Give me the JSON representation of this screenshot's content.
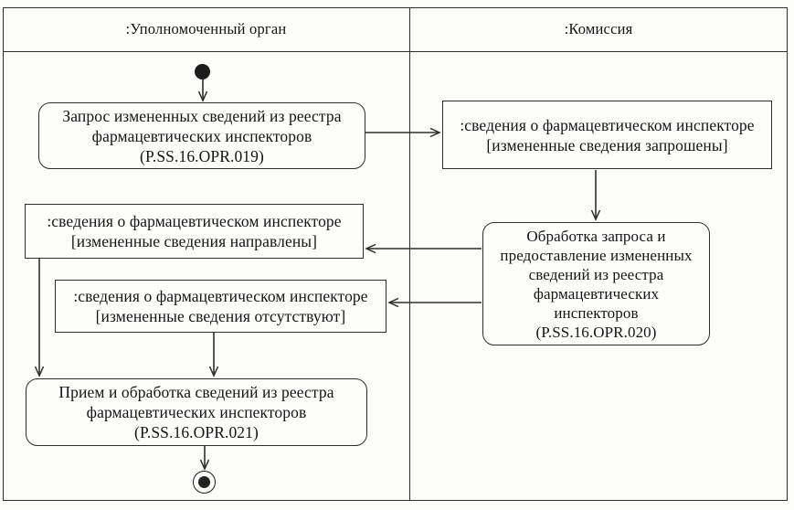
{
  "diagram": {
    "type": "uml-activity-swimlane",
    "lanes": [
      {
        "title": ":Уполномоченный орган"
      },
      {
        "title": ":Комиссия"
      }
    ],
    "nodes": {
      "start": {
        "kind": "initial-node"
      },
      "opr019": {
        "kind": "action",
        "lane": ":Уполномоченный орган",
        "lines": [
          "Запрос измененных сведений из реестра",
          "фармацевтических инспекторов",
          "(P.SS.16.OPR.019)"
        ]
      },
      "obj_requested": {
        "kind": "object",
        "lane": ":Комиссия",
        "lines": [
          ":сведения о фармацевтическом инспекторе",
          "[измененные сведения запрошены]"
        ]
      },
      "opr020": {
        "kind": "action",
        "lane": ":Комиссия",
        "lines": [
          "Обработка запроса и",
          "предоставление измененных",
          "сведений из реестра",
          "фармацевтических",
          "инспекторов",
          "(P.SS.16.OPR.020)"
        ]
      },
      "obj_sent": {
        "kind": "object",
        "lane": ":Уполномоченный орган",
        "lines": [
          ":сведения о фармацевтическом инспекторе",
          "[измененные сведения направлены]"
        ]
      },
      "obj_absent": {
        "kind": "object",
        "lane": ":Уполномоченный орган",
        "lines": [
          ":сведения о фармацевтическом инспекторе",
          "[измененные сведения отсутствуют]"
        ]
      },
      "opr021": {
        "kind": "action",
        "lane": ":Уполномоченный орган",
        "lines": [
          "Прием и обработка сведений из реестра",
          "фармацевтических инспекторов",
          "(P.SS.16.OPR.021)"
        ]
      },
      "end": {
        "kind": "final-node"
      }
    },
    "edges": [
      {
        "from": "start",
        "to": "opr019"
      },
      {
        "from": "opr019",
        "to": "obj_requested"
      },
      {
        "from": "obj_requested",
        "to": "opr020"
      },
      {
        "from": "opr020",
        "to": "obj_sent"
      },
      {
        "from": "opr020",
        "to": "obj_absent"
      },
      {
        "from": "obj_sent",
        "to": "opr021"
      },
      {
        "from": "obj_absent",
        "to": "opr021"
      },
      {
        "from": "opr021",
        "to": "end"
      }
    ],
    "colors": {
      "line": "#2e2e2e",
      "text": "#151515",
      "background": "#fcfcfb",
      "node_fill": "#fdfdfc"
    }
  }
}
